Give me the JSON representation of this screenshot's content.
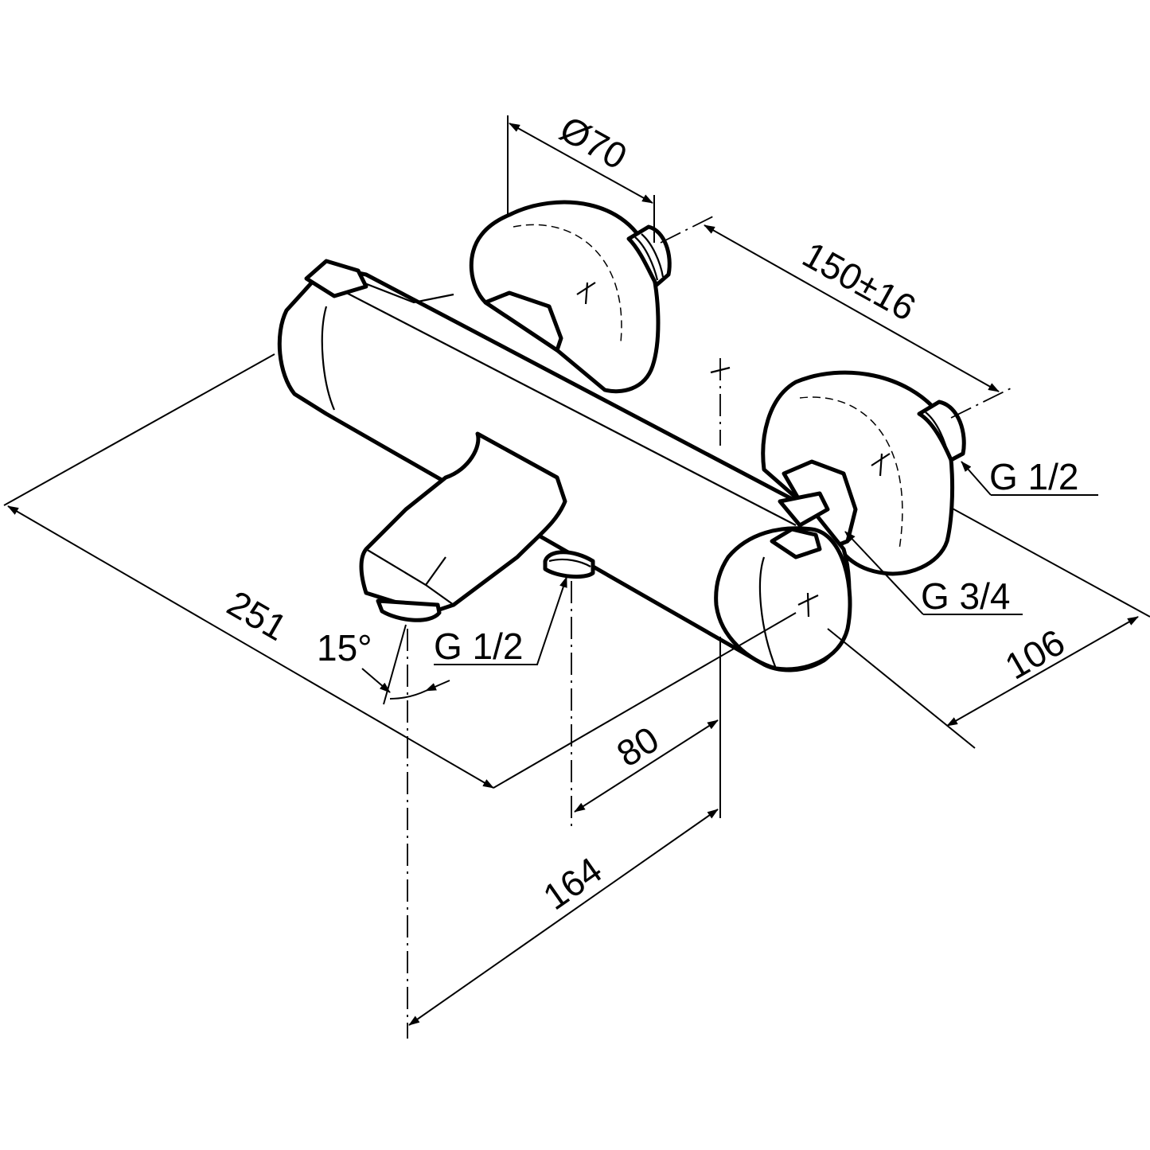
{
  "drawing": {
    "dimensions": {
      "flange_diameter": "Ø70",
      "inlet_spacing": "150±16",
      "inlet_thread_right": "G 1/2",
      "outlet_thread_shower": "G 3/4",
      "depth": "106",
      "overall_length": "251",
      "spout_angle": "15°",
      "outlet_thread_bottom": "G 1/2",
      "spout_offset": "80",
      "spout_projection": "164"
    },
    "colors": {
      "line": "#000000",
      "background": "#ffffff"
    }
  }
}
